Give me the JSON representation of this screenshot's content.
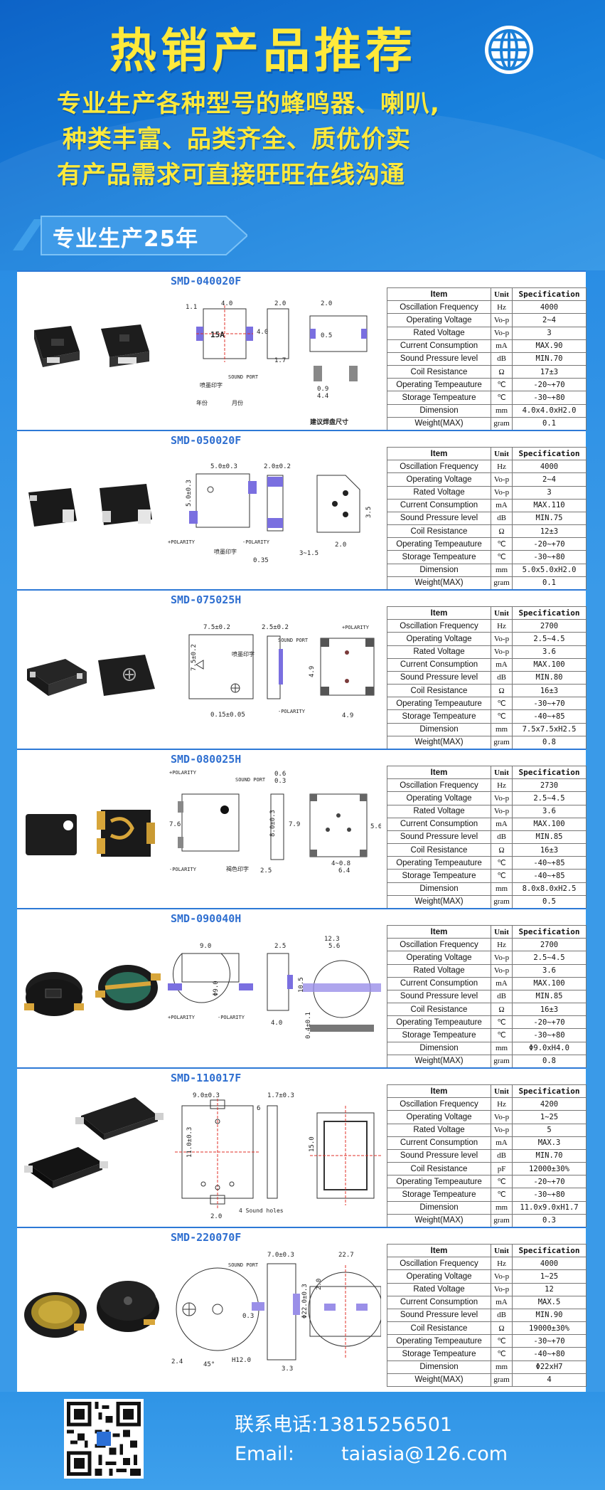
{
  "hero": {
    "title": "热销产品推荐",
    "lines": [
      "专业生产各种型号的蜂鸣器、喇叭,",
      "种类丰富、品类齐全、质优价实",
      "有产品需求可直接旺旺在线沟通"
    ],
    "badge": "专业生产25年",
    "icon": "globe-icon"
  },
  "spec_header": {
    "item": "Item",
    "unit": "Unit",
    "spec": "Specification"
  },
  "products": [
    {
      "model": "SMD-040020F",
      "drawing_labels": [
        "4.0",
        "2.0",
        "1.1",
        "15A",
        "4.0",
        "1.7",
        "2.0",
        "0.5",
        "0.9",
        "4.4",
        "喷墨印字",
        "SOUND PORT",
        "年份",
        "月份",
        "建议焊盘尺寸"
      ],
      "rows": [
        {
          "item": "Oscillation Frequency",
          "unit": "Hz",
          "value": "4000"
        },
        {
          "item": "Operating Voltage",
          "unit": "Vo-p",
          "value": "2~4"
        },
        {
          "item": "Rated Voltage",
          "unit": "Vo-p",
          "value": "3"
        },
        {
          "item": "Current Consumption",
          "unit": "mA",
          "value": "MAX.90"
        },
        {
          "item": "Sound Pressure level",
          "unit": "dB",
          "value": "MIN.70"
        },
        {
          "item": "Coil Resistance",
          "unit": "Ω",
          "value": "17±3"
        },
        {
          "item": "Operating Tempeauture",
          "unit": "℃",
          "value": "-20~+70"
        },
        {
          "item": "Storage Tempeature",
          "unit": "℃",
          "value": "-30~+80"
        },
        {
          "item": "Dimension",
          "unit": "mm",
          "value": "4.0x4.0xH2.0"
        },
        {
          "item": "Weight(MAX)",
          "unit": "gram",
          "value": "0.1"
        }
      ]
    },
    {
      "model": "SMD-050020F",
      "drawing_labels": [
        "5.0±0.3",
        "2.0±0.2",
        "5.0±0.3",
        "0.35",
        "3~1.5",
        "2.0",
        "3.5",
        "+POLARITY",
        "-POLARITY",
        "喷墨印字"
      ],
      "rows": [
        {
          "item": "Oscillation Frequency",
          "unit": "Hz",
          "value": "4000"
        },
        {
          "item": "Operating Voltage",
          "unit": "Vo-p",
          "value": "2~4"
        },
        {
          "item": "Rated Voltage",
          "unit": "Vo-p",
          "value": "3"
        },
        {
          "item": "Current Consumption",
          "unit": "mA",
          "value": "MAX.110"
        },
        {
          "item": "Sound Pressure level",
          "unit": "dB",
          "value": "MIN.75"
        },
        {
          "item": "Coil Resistance",
          "unit": "Ω",
          "value": "12±3"
        },
        {
          "item": "Operating Tempeauture",
          "unit": "℃",
          "value": "-20~+70"
        },
        {
          "item": "Storage Tempeature",
          "unit": "℃",
          "value": "-30~+80"
        },
        {
          "item": "Dimension",
          "unit": "mm",
          "value": "5.0x5.0xH2.0"
        },
        {
          "item": "Weight(MAX)",
          "unit": "gram",
          "value": "0.1"
        }
      ]
    },
    {
      "model": "SMD-075025H",
      "drawing_labels": [
        "7.5±0.2",
        "2.5±0.2",
        "7.5±0.2",
        "0.15±0.05",
        "4.9",
        "4.9",
        "SOUND PORT",
        "喷墨印字",
        "+POLARITY",
        "-POLARITY"
      ],
      "rows": [
        {
          "item": "Oscillation Frequency",
          "unit": "Hz",
          "value": "2700"
        },
        {
          "item": "Operating Voltage",
          "unit": "Vo-p",
          "value": "2.5~4.5"
        },
        {
          "item": "Rated Voltage",
          "unit": "Vo-p",
          "value": "3.6"
        },
        {
          "item": "Current Consumption",
          "unit": "mA",
          "value": "MAX.100"
        },
        {
          "item": "Sound Pressure level",
          "unit": "dB",
          "value": "MIN.80"
        },
        {
          "item": "Coil Resistance",
          "unit": "Ω",
          "value": "16±3"
        },
        {
          "item": "Operating Tempeauture",
          "unit": "℃",
          "value": "-30~+70"
        },
        {
          "item": "Storage Tempeature",
          "unit": "℃",
          "value": "-40~+85"
        },
        {
          "item": "Dimension",
          "unit": "mm",
          "value": "7.5x7.5xH2.5"
        },
        {
          "item": "Weight(MAX)",
          "unit": "gram",
          "value": "0.8"
        }
      ]
    },
    {
      "model": "SMD-080025H",
      "drawing_labels": [
        "+POLARITY",
        "SOUND PORT",
        "0.6",
        "0.3",
        "7.6",
        "8.0±0.3",
        "7.9",
        "5.6",
        "-POLARITY",
        "褐色印字",
        "2.5",
        "4~0.8",
        "6.4"
      ],
      "rows": [
        {
          "item": "Oscillation Frequency",
          "unit": "Hz",
          "value": "2730"
        },
        {
          "item": "Operating Voltage",
          "unit": "Vo-p",
          "value": "2.5~4.5"
        },
        {
          "item": "Rated Voltage",
          "unit": "Vo-p",
          "value": "3.6"
        },
        {
          "item": "Current Consumption",
          "unit": "mA",
          "value": "MAX.100"
        },
        {
          "item": "Sound Pressure level",
          "unit": "dB",
          "value": "MIN.85"
        },
        {
          "item": "Coil Resistance",
          "unit": "Ω",
          "value": "16±3"
        },
        {
          "item": "Operating Tempeauture",
          "unit": "℃",
          "value": "-40~+85"
        },
        {
          "item": "Storage Tempeature",
          "unit": "℃",
          "value": "-40~+85"
        },
        {
          "item": "Dimension",
          "unit": "mm",
          "value": "8.0x8.0xH2.5"
        },
        {
          "item": "Weight(MAX)",
          "unit": "gram",
          "value": "0.5"
        }
      ]
    },
    {
      "model": "SMD-090040H",
      "drawing_labels": [
        "9.0",
        "2.5",
        "12.3",
        "5.6",
        "Φ9.0",
        "+POLARITY",
        "-POLARITY",
        "4.0",
        "10.5",
        "0.4±0.1"
      ],
      "rows": [
        {
          "item": "Oscillation Frequency",
          "unit": "Hz",
          "value": "2700"
        },
        {
          "item": "Operating Voltage",
          "unit": "Vo-p",
          "value": "2.5~4.5"
        },
        {
          "item": "Rated Voltage",
          "unit": "Vo-p",
          "value": "3.6"
        },
        {
          "item": "Current Consumption",
          "unit": "mA",
          "value": "MAX.100"
        },
        {
          "item": "Sound Pressure level",
          "unit": "dB",
          "value": "MIN.85"
        },
        {
          "item": "Coil Resistance",
          "unit": "Ω",
          "value": "16±3"
        },
        {
          "item": "Operating Tempeauture",
          "unit": "℃",
          "value": "-20~+70"
        },
        {
          "item": "Storage Tempeature",
          "unit": "℃",
          "value": "-30~+80"
        },
        {
          "item": "Dimension",
          "unit": "mm",
          "value": "Φ9.0xH4.0"
        },
        {
          "item": "Weight(MAX)",
          "unit": "gram",
          "value": "0.8"
        }
      ]
    },
    {
      "model": "SMD-110017F",
      "drawing_labels": [
        "9.0±0.3",
        "1.7±0.3",
        "11.0±0.3",
        "6",
        "15.0",
        "2.0",
        "4 Sound holes"
      ],
      "rows": [
        {
          "item": "Oscillation Frequency",
          "unit": "Hz",
          "value": "4200"
        },
        {
          "item": "Operating Voltage",
          "unit": "Vo-p",
          "value": "1~25"
        },
        {
          "item": "Rated Voltage",
          "unit": "Vo-p",
          "value": "5"
        },
        {
          "item": "Current Consumption",
          "unit": "mA",
          "value": "MAX.3"
        },
        {
          "item": "Sound Pressure level",
          "unit": "dB",
          "value": "MIN.70"
        },
        {
          "item": "Coil Resistance",
          "unit": "pF",
          "value": "12000±30%"
        },
        {
          "item": "Operating Tempeauture",
          "unit": "℃",
          "value": "-20~+70"
        },
        {
          "item": "Storage Tempeature",
          "unit": "℃",
          "value": "-30~+80"
        },
        {
          "item": "Dimension",
          "unit": "mm",
          "value": "11.0x9.0xH1.7"
        },
        {
          "item": "Weight(MAX)",
          "unit": "gram",
          "value": "0.3"
        }
      ]
    },
    {
      "model": "SMD-220070F",
      "drawing_labels": [
        "7.0±0.3",
        "22.7",
        "SOUND PORT",
        "Φ22.0±0.3",
        "2.0",
        "0.3",
        "3.3",
        "2.4",
        "45°",
        "H12.0"
      ],
      "rows": [
        {
          "item": "Oscillation Frequency",
          "unit": "Hz",
          "value": "4000"
        },
        {
          "item": "Operating Voltage",
          "unit": "Vo-p",
          "value": "1~25"
        },
        {
          "item": "Rated Voltage",
          "unit": "Vo-p",
          "value": "12"
        },
        {
          "item": "Current Consumption",
          "unit": "mA",
          "value": "MAX.5"
        },
        {
          "item": "Sound Pressure level",
          "unit": "dB",
          "value": "MIN.90"
        },
        {
          "item": "Coil Resistance",
          "unit": "Ω",
          "value": "19000±30%"
        },
        {
          "item": "Operating Tempeauture",
          "unit": "℃",
          "value": "-30~+70"
        },
        {
          "item": "Storage Tempeature",
          "unit": "℃",
          "value": "-40~+80"
        },
        {
          "item": "Dimension",
          "unit": "mm",
          "value": "Φ22xH7"
        },
        {
          "item": "Weight(MAX)",
          "unit": "gram",
          "value": "4"
        }
      ]
    }
  ],
  "footer": {
    "phone_label": "联系电话:",
    "phone": "13815256501",
    "email_label": "Email:",
    "email": "taiasia@126.com",
    "qr_icon": "qr-code-icon"
  },
  "colors": {
    "accent_yellow": "#ffe93b",
    "brand_blue": "#1a7fd8",
    "model_blue": "#2f6fd0",
    "pad_purple": "#7a6fe0",
    "center_red": "#e0302a"
  }
}
